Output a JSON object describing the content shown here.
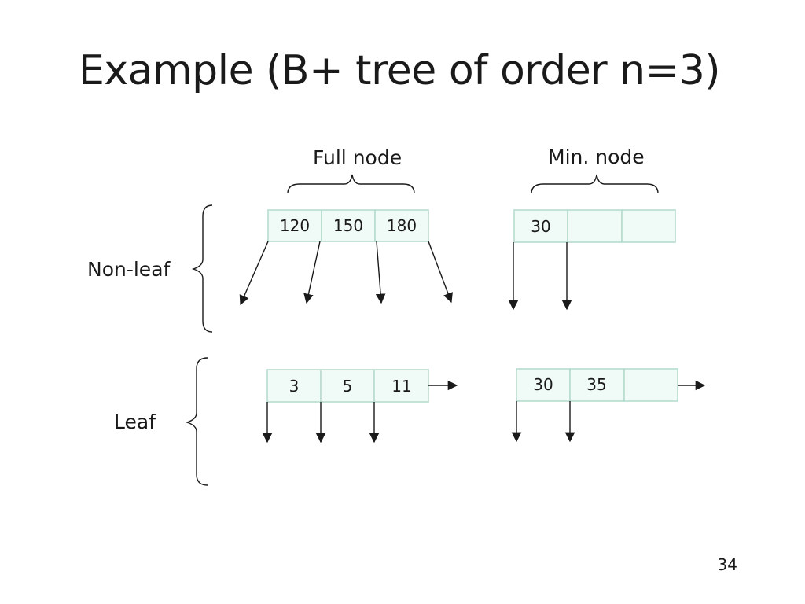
{
  "title": "Example (B+ tree of order n=3)",
  "labels": {
    "full_node": "Full node",
    "min_node": "Min. node",
    "non_leaf": "Non-leaf",
    "leaf": "Leaf"
  },
  "nodes": {
    "nonleaf_full": [
      "120",
      "150",
      "180"
    ],
    "nonleaf_min": [
      "30",
      "",
      ""
    ],
    "leaf_full": [
      "3",
      "5",
      "11"
    ],
    "leaf_min": [
      "30",
      "35",
      ""
    ]
  },
  "page_number": "34",
  "colors": {
    "cell_fill": "#f0faf6",
    "cell_border": "#b7dccd",
    "line": "#1a1a1a"
  }
}
